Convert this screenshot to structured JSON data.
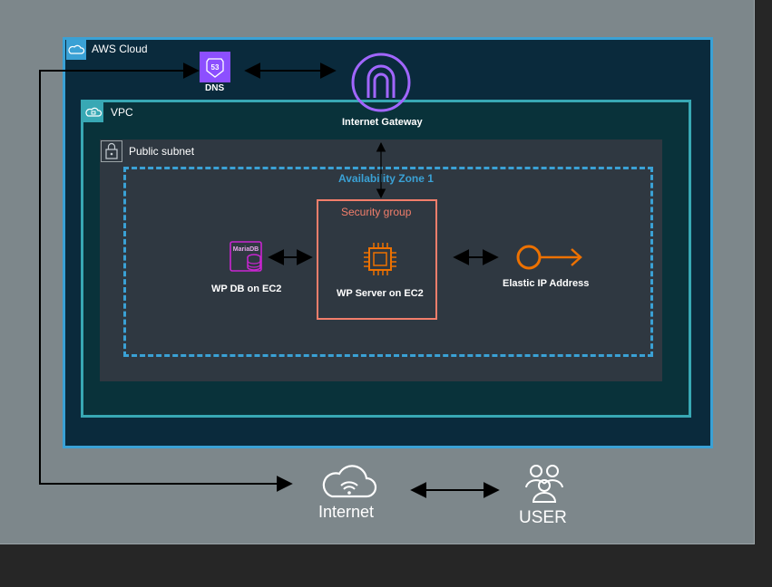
{
  "groups": {
    "aws_cloud": "AWS Cloud",
    "vpc": "VPC",
    "public_subnet": "Public subnet",
    "availability_zone": "Availability Zone 1",
    "security_group": "Security group"
  },
  "nodes": {
    "dns": "DNS",
    "dns_badge": "53",
    "internet_gateway": "Internet Gateway",
    "mariadb_badge": "MariaDB",
    "wp_db": "WP DB on EC2",
    "wp_server": "WP Server on EC2",
    "elastic_ip": "Elastic IP Address",
    "internet": "Internet",
    "user": "USER"
  },
  "colors": {
    "aws_cloud_border": "#3aa1d5",
    "vpc_border": "#38a8b4",
    "security_group": "#f27e6b",
    "availability_zone": "#3aa1d5",
    "dns_icon": "#8c4fff",
    "gateway_icon": "#a166ff",
    "mariadb_icon": "#c925d1",
    "ec2_icon": "#ed7100"
  }
}
